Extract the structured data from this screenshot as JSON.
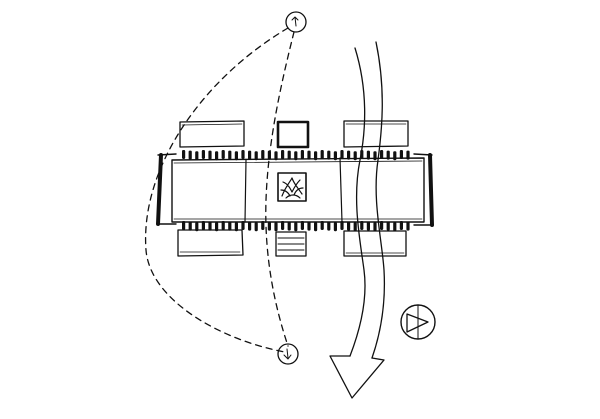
{
  "diagram": {
    "background": "#ffffff",
    "ink": "#111111",
    "elements": [
      "dashed-arc-left",
      "dashed-line-center",
      "north-circle-marker",
      "south-circle-marker",
      "central-hall-block",
      "colonnade-north",
      "colonnade-south",
      "end-wall-west",
      "end-wall-east",
      "courtyard-tree",
      "pavilion-block-nw",
      "pavilion-block-n",
      "pavilion-block-ne",
      "pavilion-block-sw",
      "stair-block-s",
      "pavilion-block-se",
      "flow-arrow",
      "compass-symbol"
    ]
  }
}
